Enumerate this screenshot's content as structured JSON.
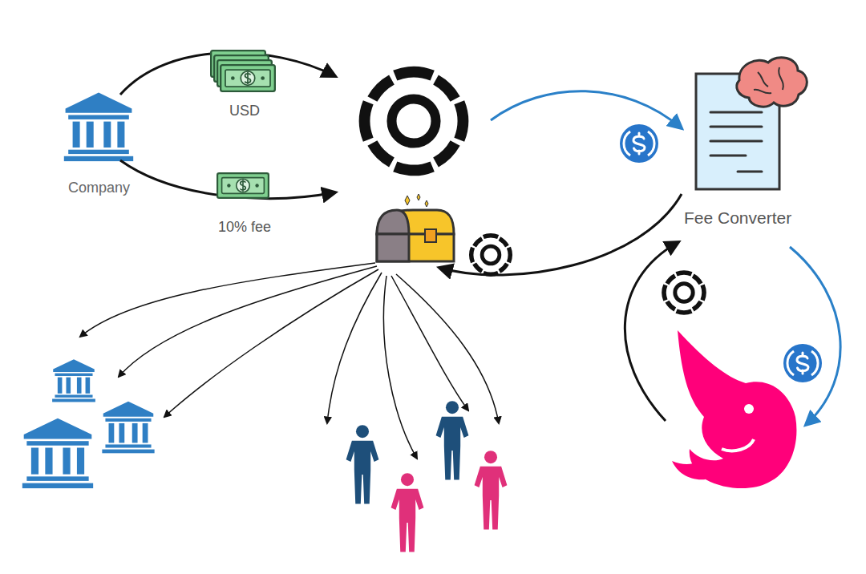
{
  "diagram": {
    "nodes": [
      {
        "text": [
          "Company"
        ]
      },
      {
        "text": [
          "Fee Converter"
        ]
      }
    ],
    "labels": [
      "USD",
      "10% fee"
    ]
  }
}
